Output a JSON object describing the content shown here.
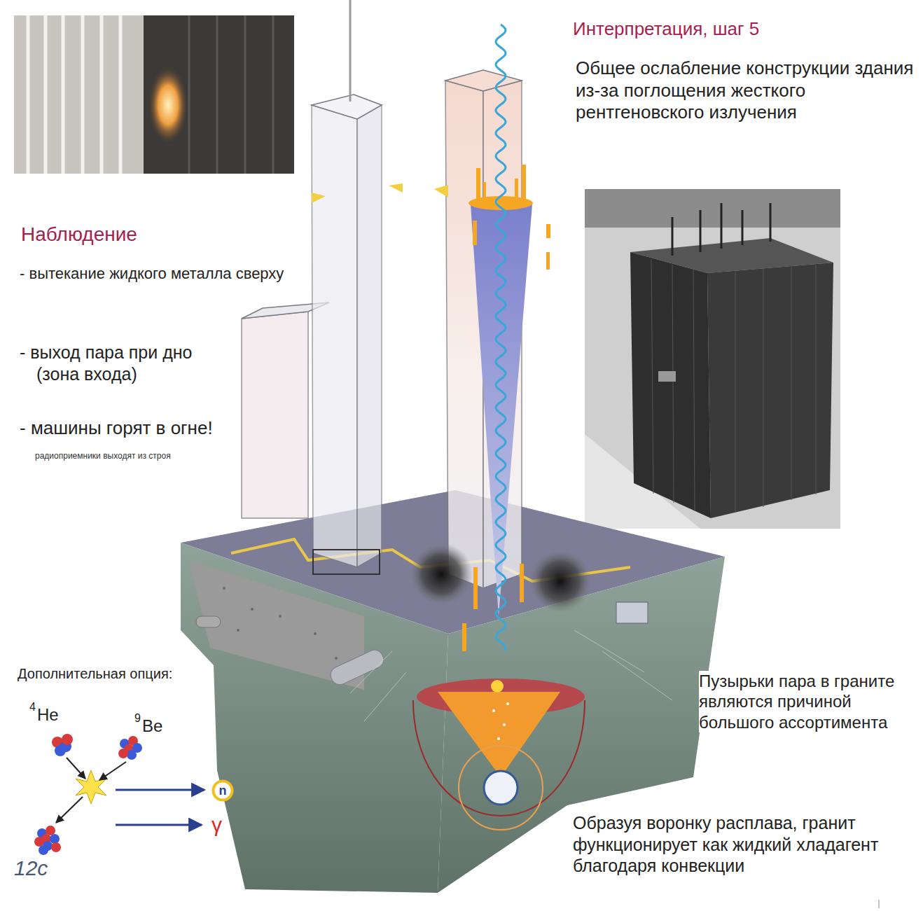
{
  "diagram": {
    "nodes": [
      {
        "text": [
          "n"
        ]
      }
    ],
    "labels": [
      "Интерпретация, шаг 5",
      "Общее ослабление конструкции здания из-за поглощения жесткого рентгеновского излучения",
      "Наблюдение",
      "- вытекание жидкого металла сверху",
      "- выход пара при дно (зона входа)",
      "- машины горят в огне!",
      "радиоприемники выходят из строя",
      "Дополнительная опция:",
      "4",
      "He",
      "9",
      "Be",
      "γ",
      "12c",
      "Пузырьки пара в граните являются причиной большого ассортимента",
      "Образуя воронку расплава, гранит функционирует как жидкий хладагент благодаря конвекции"
    ]
  }
}
